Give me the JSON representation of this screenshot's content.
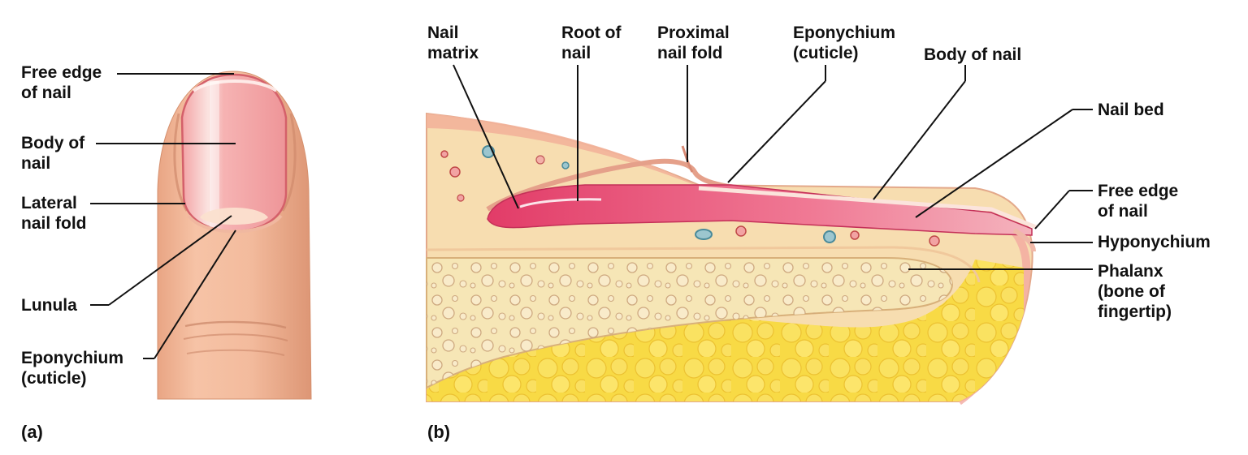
{
  "panel_a": {
    "tag": "(a)",
    "labels": {
      "free_edge": "Free edge\nof nail",
      "body": "Body of\nnail",
      "lateral_fold": "Lateral\nnail fold",
      "lunula": "Lunula",
      "eponychium": "Eponychium\n(cuticle)"
    }
  },
  "panel_b": {
    "tag": "(b)",
    "labels": {
      "matrix": "Nail\nmatrix",
      "root": "Root of\nnail",
      "proximal_fold": "Proximal\nnail fold",
      "eponychium": "Eponychium\n(cuticle)",
      "body": "Body of nail",
      "nail_bed": "Nail bed",
      "free_edge": "Free edge\nof nail",
      "hyponychium": "Hyponychium",
      "phalanx": "Phalanx\n(bone of\nfingertip)"
    }
  },
  "colors": {
    "skin": "#f2b99a",
    "nail": "#f4a3a3",
    "nail_deep": "#e0406a",
    "bone": "#f5e4b0",
    "marrow": "#f7d83a",
    "dermis": "#f7ddb0"
  }
}
